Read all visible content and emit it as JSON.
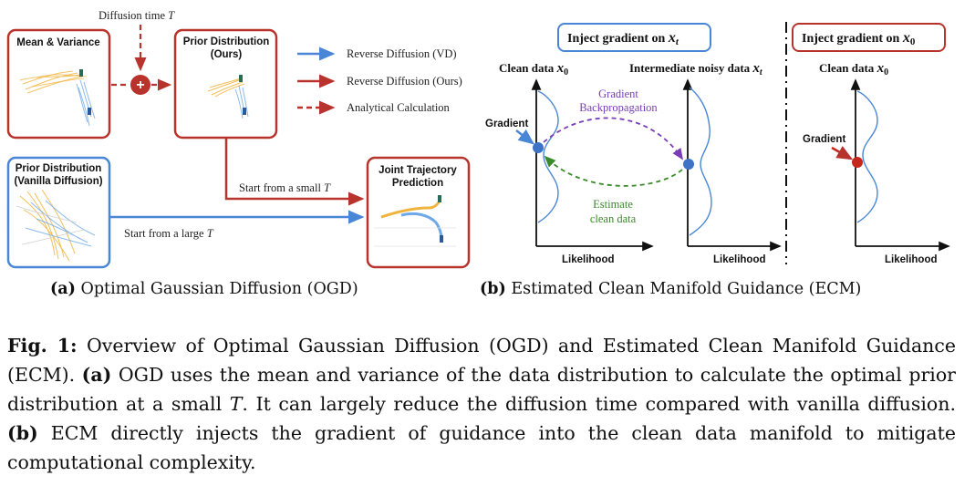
{
  "panel_a": {
    "diffusion_time_label": "Diffusion time",
    "diffusion_time_var": "T",
    "mean_variance_label": "Mean & Variance",
    "prior_ours_line1": "Prior Distribution",
    "prior_ours_line2": "(Ours)",
    "prior_vanilla_line1": "Prior Distribution",
    "prior_vanilla_line2": "(Vanilla Diffusion)",
    "joint_line1": "Joint Trajectory",
    "joint_line2": "Prediction",
    "plus_symbol": "+",
    "legend": [
      {
        "label": "Reverse Diffusion (VD)",
        "color": "#4a86d6",
        "style": "solid"
      },
      {
        "label": "Reverse Diffusion (Ours)",
        "color": "#b8332b",
        "style": "solid"
      },
      {
        "label": "Analytical Calculation",
        "color": "#b8332b",
        "style": "dashed"
      }
    ],
    "start_small_label": "Start from a small",
    "start_large_label": "Start from a large",
    "t_var": "T",
    "subcaption_tag": "(a)",
    "subcaption_text": "Optimal Gaussian Diffusion (OGD)"
  },
  "panel_b": {
    "inject_xt_label": "Inject gradient on",
    "inject_xt_var": "x",
    "inject_xt_sub": "t",
    "inject_x0_label": "Inject gradient on",
    "inject_x0_var": "x",
    "inject_x0_sub": "0",
    "clean_data_label": "Clean data",
    "clean_var": "x",
    "clean_sub": "0",
    "noisy_data_label": "Intermediate noisy data",
    "noisy_var": "x",
    "noisy_sub": "t",
    "clean_data_right_label": "Clean data",
    "gradient_label": "Gradient",
    "gradient_right_label": "Gradient",
    "backprop_line1": "Gradient",
    "backprop_line2": "Backpropagation",
    "estimate_line1": "Estimate",
    "estimate_line2": "clean data",
    "likelihood_labels": [
      "Likelihood",
      "Likelihood",
      "Likelihood"
    ],
    "subcaption_tag": "(b)",
    "subcaption_text": "Estimated Clean Manifold Guidance (ECM)"
  },
  "caption": {
    "fig_label": "Fig. 1:",
    "text1": "Overview of Optimal Gaussian Diffusion (OGD) and Estimated Clean Manifold Guidance (ECM).",
    "a_tag": "(a)",
    "text2": "OGD uses the mean and variance of the data distribution to calculate the optimal prior distribution at a small",
    "t_var": "T",
    "text3": ". It can largely reduce the diffusion time compared with vanilla diffusion.",
    "b_tag": "(b)",
    "text4": "ECM directly injects the gradient of guidance into the clean data manifold to mitigate computational complexity."
  },
  "colors": {
    "red": "#b8332b",
    "blue": "#4a86d6",
    "purple": "#7a3db8",
    "green": "#3a8a2a",
    "trajectory_orange": "#f0b43c",
    "trajectory_blue": "#6ea8e8"
  }
}
